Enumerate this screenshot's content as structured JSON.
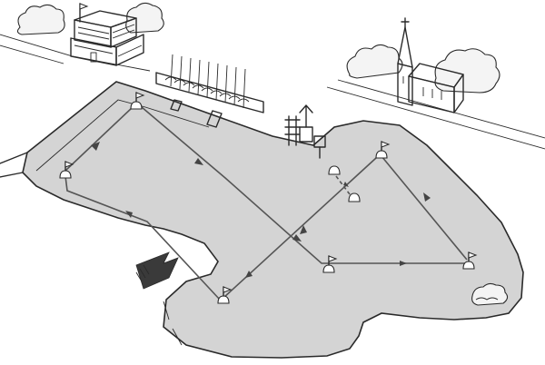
{
  "scene": {
    "water_color": "#d4d4d4",
    "land_color": "#ffffff",
    "ink_color": "#2a2a2a",
    "course_color": "#555555",
    "wind_arrow_color": "#3a3a3a"
  },
  "marks": [
    {
      "name": "mark-1",
      "type": "flag-buoy"
    },
    {
      "name": "mark-2",
      "type": "flag-buoy"
    },
    {
      "name": "mark-3",
      "type": "flag-buoy"
    },
    {
      "name": "mark-4",
      "type": "flag-buoy"
    },
    {
      "name": "mark-5",
      "type": "flag-buoy"
    },
    {
      "name": "mark-6",
      "type": "flag-buoy"
    },
    {
      "name": "mark-7",
      "type": "flag-buoy"
    },
    {
      "name": "start-buoy-left",
      "type": "round-buoy"
    },
    {
      "name": "start-buoy-right",
      "type": "round-buoy"
    }
  ],
  "icons": [
    "clubhouse-icon",
    "church-icon",
    "tree-icon",
    "sailboat-rack-icon",
    "signal-board-icon",
    "wind-arrow-icon",
    "rock-island-icon"
  ]
}
